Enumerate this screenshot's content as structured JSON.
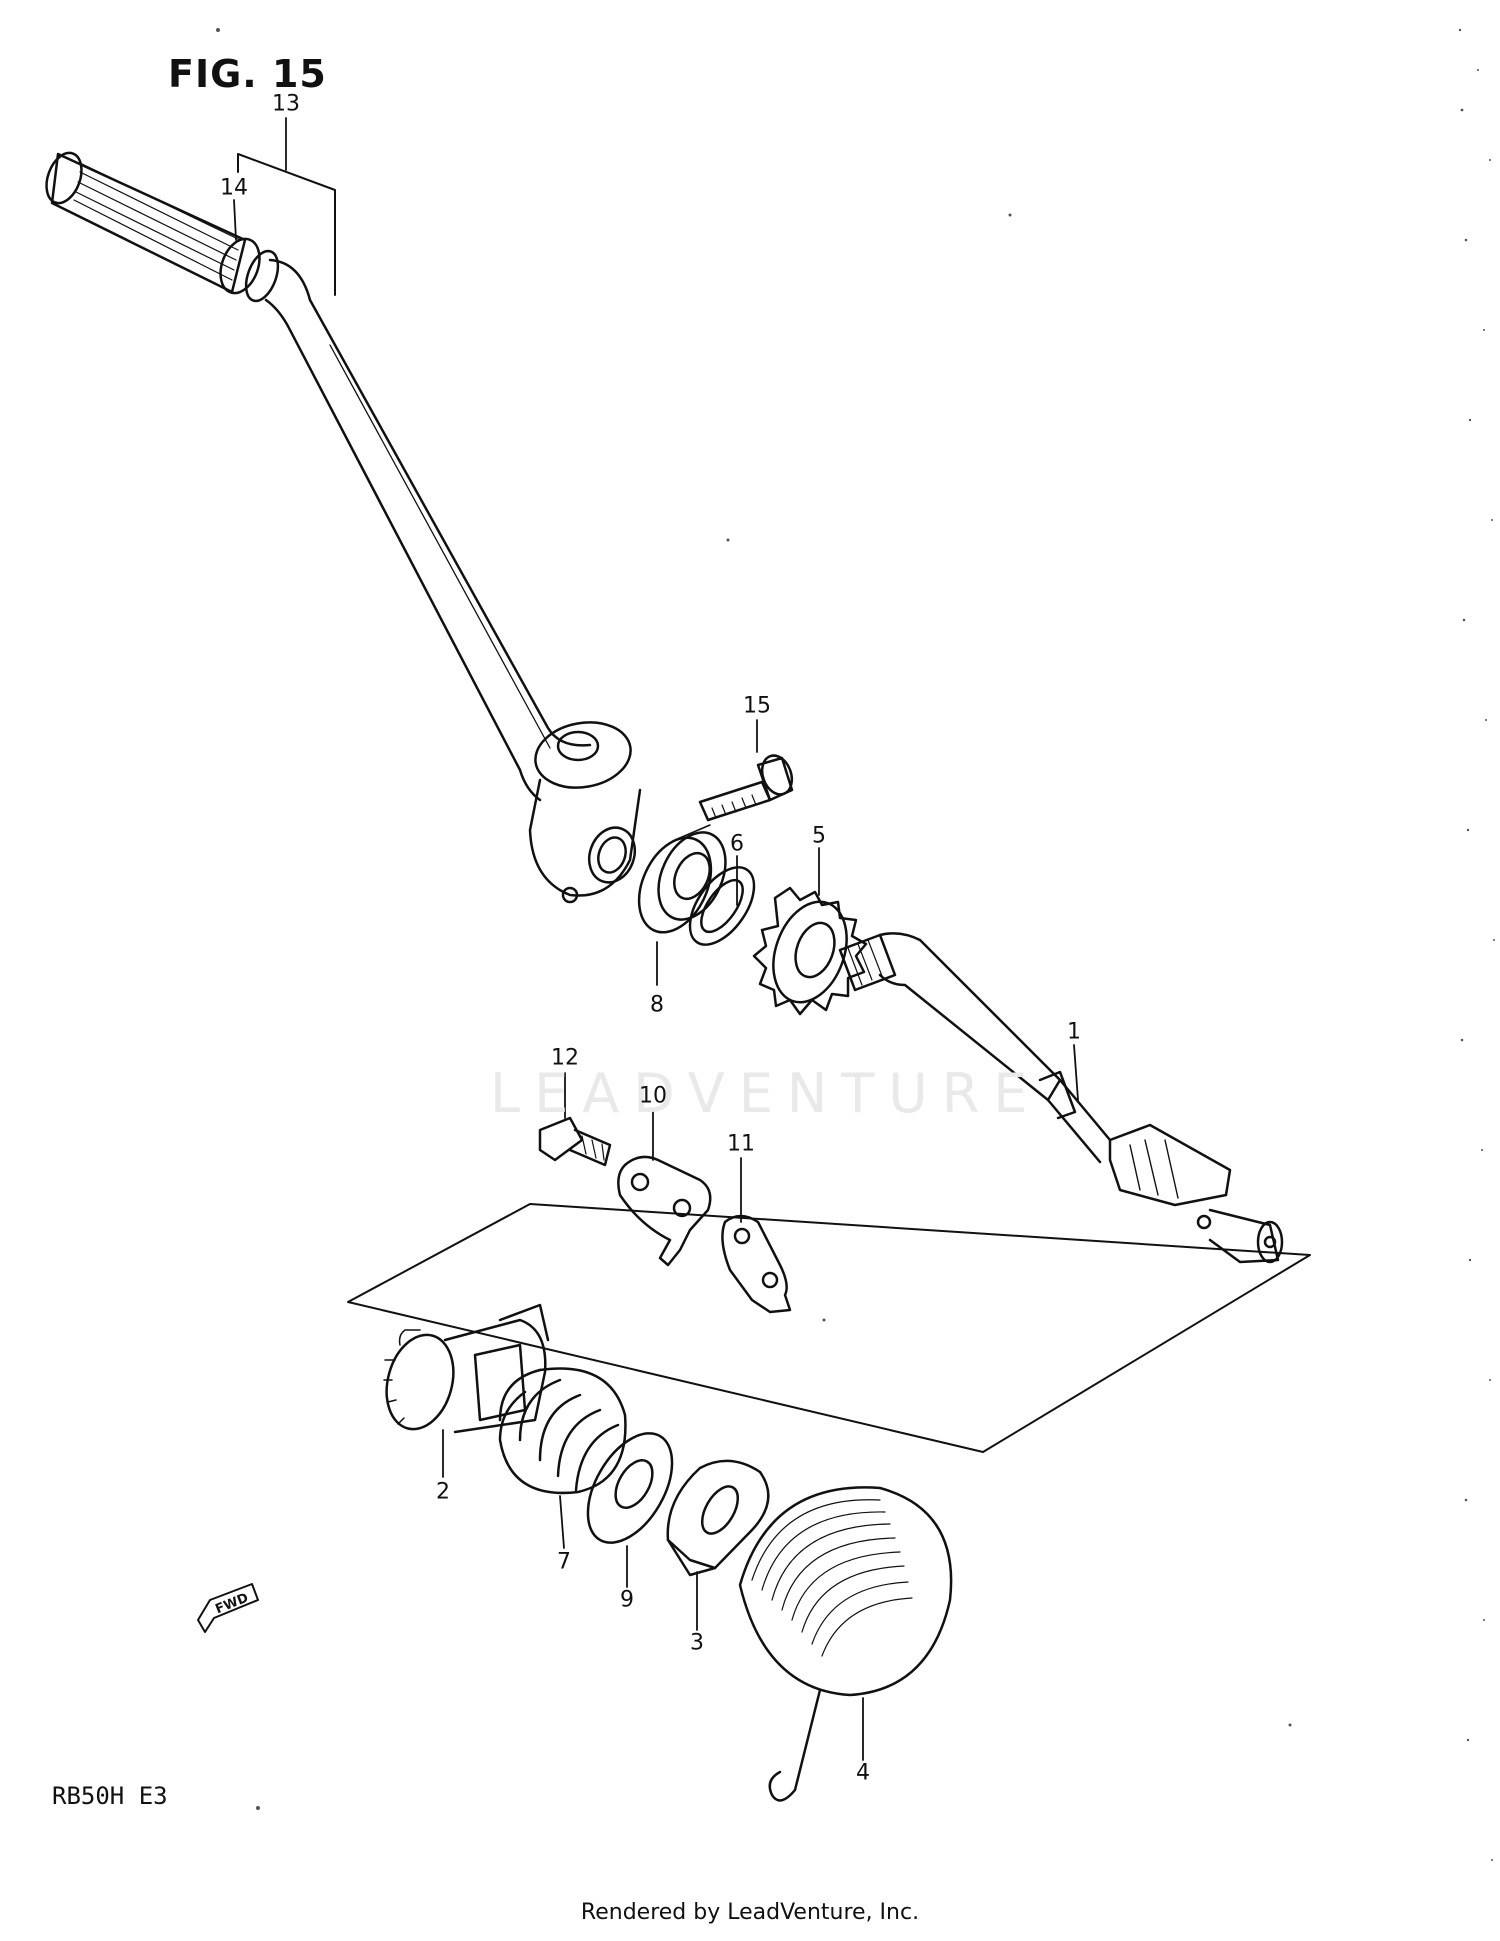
{
  "figure": {
    "title": "FIG. 15",
    "model": "RB50H E3",
    "watermark": "LEADVENTURE",
    "footer": "Rendered by LeadVenture, Inc.",
    "fwd_label": "FWD"
  },
  "callouts": [
    {
      "id": "1",
      "label": "1"
    },
    {
      "id": "2",
      "label": "2"
    },
    {
      "id": "3",
      "label": "3"
    },
    {
      "id": "4",
      "label": "4"
    },
    {
      "id": "5",
      "label": "5"
    },
    {
      "id": "6",
      "label": "6"
    },
    {
      "id": "7",
      "label": "7"
    },
    {
      "id": "8",
      "label": "8"
    },
    {
      "id": "9",
      "label": "9"
    },
    {
      "id": "10",
      "label": "10"
    },
    {
      "id": "11",
      "label": "11"
    },
    {
      "id": "12",
      "label": "12"
    },
    {
      "id": "13",
      "label": "13"
    },
    {
      "id": "14",
      "label": "14"
    },
    {
      "id": "15",
      "label": "15"
    }
  ]
}
